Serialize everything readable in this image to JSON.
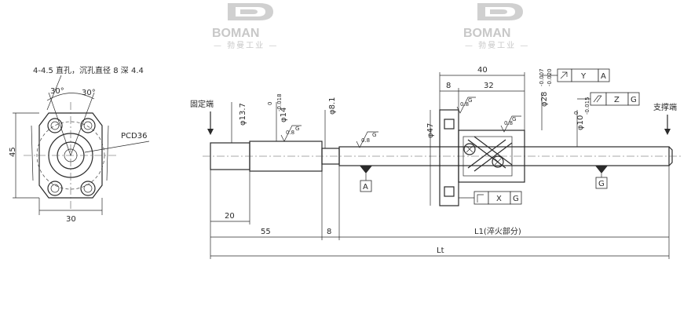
{
  "watermark": {
    "brand": "BOMAN",
    "subtitle": "— 勃曼工业 —"
  },
  "flange_view": {
    "hole_note": "4-4.5 直孔，沉孔直径 8 深 4.4",
    "angle_left": "30°",
    "angle_right": "30°",
    "pcd": "PCD36",
    "height": "45",
    "width": "30"
  },
  "shaft_view": {
    "fixed_end": "固定端",
    "support_end": "支撑端",
    "dia_13_7": "φ13.7",
    "dia_14": "φ14",
    "dia_14_tol_upper": "0",
    "dia_14_tol_lower": "-0.018",
    "dia_8_1": "φ8.1",
    "dia_47": "φ47",
    "dia_28": "φ28",
    "dia_28_tol_upper": "-0.007",
    "dia_28_tol_lower": "-0.020",
    "dia_10": "φ10",
    "dia_10_tol_upper": "0",
    "dia_10_tol_lower": "-0.015",
    "dim_40": "40",
    "dim_8_top": "8",
    "dim_32": "32",
    "dim_20": "20",
    "dim_55": "55",
    "dim_8_bottom": "8",
    "l1_label": "L1(淬火部分)",
    "lt_label": "Lt",
    "datum_a": "A",
    "datum_g": "G",
    "finish_g": "G",
    "finish_08": "0.8",
    "tol_frame_top": [
      "Y",
      "A"
    ],
    "tol_frame_mid": [
      "Z",
      "G"
    ],
    "tol_frame_bottom": [
      "X",
      "G"
    ]
  }
}
